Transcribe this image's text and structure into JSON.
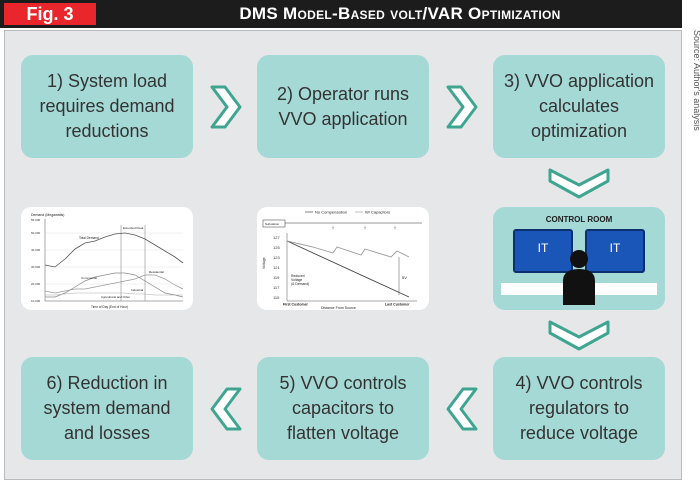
{
  "header": {
    "fig_label": "Fig. 3",
    "title": "DMS Model-Based volt/VAR Optimization"
  },
  "source_note": "Source: Author's analysis",
  "steps": [
    {
      "text": "1) System load\nrequires demand\nreductions"
    },
    {
      "text": "2) Operator runs\nVVO application"
    },
    {
      "text": "3) VVO application\ncalculates\noptimization"
    },
    {
      "text": "4) VVO controls\nregulators to\nreduce voltage"
    },
    {
      "text": "5) VVO controls\ncapacitors to\nflatten voltage"
    },
    {
      "text": "6) Reduction in\nsystem demand\nand losses"
    }
  ],
  "control_room": {
    "label": "CONTROL ROOM",
    "monitor_text": "IT"
  },
  "load_chart": {
    "ylabel": "Demand (Megawatts)",
    "xlabel": "Time of Day (End of Hour)",
    "yticks": [
      "55,000",
      "50,000",
      "40,000",
      "30,000",
      "20,000",
      "10,000"
    ],
    "series_labels": [
      "Total Demand",
      "Extended Peak",
      "Commercial",
      "Residential",
      "Industrial",
      "Agricultural and Other"
    ]
  },
  "voltage_chart": {
    "legend": [
      "No Compensation",
      "W/ Capacitors"
    ],
    "substation": "Substation",
    "ylabel": "Voltage",
    "yticks": [
      "127",
      "125",
      "123",
      "121",
      "119",
      "117",
      "115"
    ],
    "annotation": "Reduced\nVoltage\n(& Demand)",
    "delta": "5V",
    "xlabel": "Distance From Source",
    "first_customer": "First Customer",
    "last_customer": "Last Customer"
  },
  "colors": {
    "box": "#a5d9d6",
    "arrow": "#3fa591",
    "header": "#1c1c1c",
    "accent": "#e8262b",
    "panel": "#e6e7e8"
  }
}
